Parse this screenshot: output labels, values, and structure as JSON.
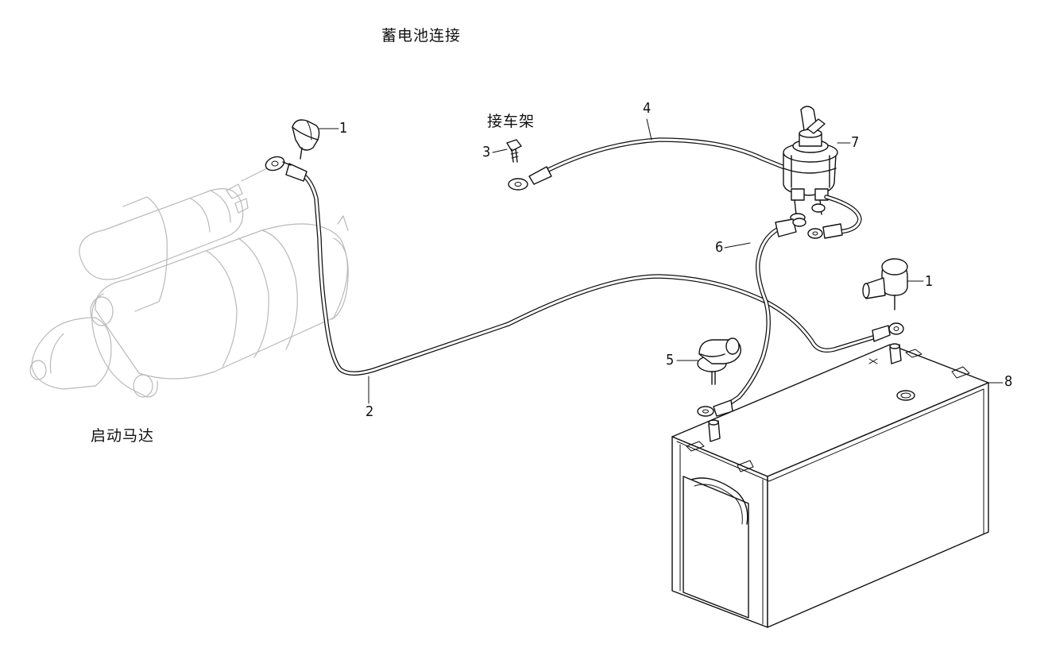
{
  "title": "蓄电池连接",
  "labels": {
    "frame": "接车架",
    "starter": "启动马达"
  },
  "callouts": [
    {
      "id": "1a",
      "text": "1"
    },
    {
      "id": "1b",
      "text": "1"
    },
    {
      "id": "2",
      "text": "2"
    },
    {
      "id": "3",
      "text": "3"
    },
    {
      "id": "4",
      "text": "4"
    },
    {
      "id": "5",
      "text": "5"
    },
    {
      "id": "6",
      "text": "6"
    },
    {
      "id": "7",
      "text": "7"
    },
    {
      "id": "8",
      "text": "8"
    }
  ],
  "colors": {
    "line": "#111111",
    "faded": "#b9b9b9",
    "background": "#ffffff"
  }
}
